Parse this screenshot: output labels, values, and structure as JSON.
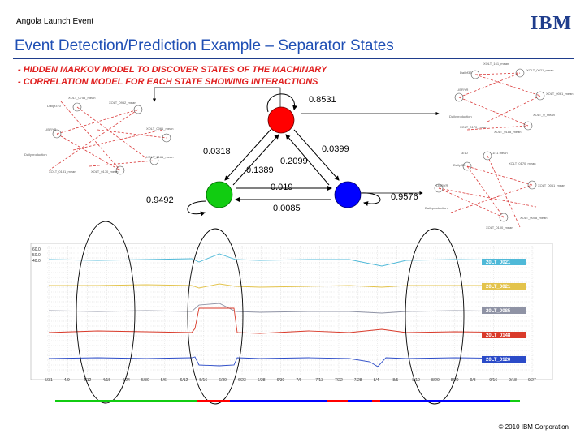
{
  "header": {
    "label": "Angola Launch Event",
    "logo_text": "IBM"
  },
  "title": "Event Detection/Prediction Example – Separator States",
  "bullets": [
    "- HIDDEN MARKOV MODEL TO DISCOVER STATES OF THE MACHINARY",
    "- CORRELATION MODEL FOR EACH STATE SHOWING INTERACTIONS"
  ],
  "markov": {
    "states": [
      {
        "name": "red",
        "color": "#ff0000"
      },
      {
        "name": "green",
        "color": "#11cc11"
      },
      {
        "name": "blue",
        "color": "#0000ff"
      }
    ],
    "probabilities": {
      "red_self": "0.8531",
      "green_self": "0.9492",
      "blue_self": "0.9576",
      "p_0318": "0.0318",
      "p_0399": "0.0399",
      "p_2099": "0.2099",
      "p_1389": "0.1389",
      "p_019": "0.019",
      "p_0085": "0.0085"
    }
  },
  "correlation_graphs": {
    "left_nodes": [
      "XOLT_0755_mean",
      "Dailyr370",
      "XOLT_0952_mean",
      "LIBRYR",
      "XOLT_0061_mean",
      "Dailyproduction",
      "XOLT_0161_mean",
      "XOLT_0181_mean",
      "XOLT_0170_mean"
    ],
    "right_top_nodes": [
      "XOLT_161_mean",
      "XOLT_0021_mean",
      "Dailyf37",
      "LIBRYR",
      "XOLT_0061_mean",
      "Dailyproduction",
      "XOLT_0_mean",
      "XOLT_0170_mean",
      "XOLT_0188_mean"
    ],
    "right_bottom_nodes": [
      "3/10",
      "1/11 mean",
      "Dailyf30",
      "XOLT_0170_mean",
      "LIBRYR",
      "XOLT_0061_mean",
      "Dailyproduction",
      "XOLT_0008_mean",
      "XOLT_0100_mean"
    ]
  },
  "timeseries": {
    "y_ticks_top": [
      "60.0",
      "50.0",
      "40.0"
    ],
    "traces": [
      {
        "label": "20LT_0021",
        "color": "#4fb9d8"
      },
      {
        "label": "20LT_0021",
        "color": "#e3c34b"
      },
      {
        "label": "20LT_0085",
        "color": "#8f93a5"
      },
      {
        "label": "20LT_0148",
        "color": "#d93a2a"
      },
      {
        "label": "20LT_0120",
        "color": "#2b4bc8"
      }
    ],
    "x_ticks": [
      "5/31",
      "4/9",
      "4/12",
      "4/15",
      "4/24",
      "5/30",
      "5/6",
      "6/12",
      "5/16",
      "6/30",
      "6/23",
      "6/28",
      "6/30",
      "7/6",
      "7/13",
      "7/22",
      "7/28",
      "8/4",
      "8/5",
      "8/10",
      "8/20",
      "8/29",
      "9/3",
      "9/16",
      "9/18",
      "9/27"
    ],
    "state_strip_colors": [
      "#11cc11",
      "#ff0000",
      "#0000ff"
    ]
  },
  "footer": "© 2010 IBM Corporation"
}
